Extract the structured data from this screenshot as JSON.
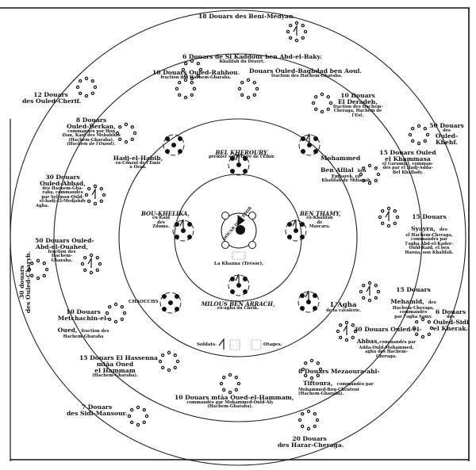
{
  "diagram": {
    "title": "Smala de l'Émir",
    "center": {
      "emblem_text": "DOUAR DE L'EMIR",
      "treasury": "La Khazna (Trésor),"
    },
    "legend": {
      "soldiers": "Soldats.",
      "hostages": "Otages."
    },
    "inner_ring": [
      {
        "name": "BEL KHEROUBY,",
        "desc": "premier secrétaire de l'Émir."
      },
      {
        "name": "BEN THAMY,",
        "desc1": "ex-Khalifah",
        "desc2": "de",
        "desc3": "Mascara."
      },
      {
        "name": "MILOUS BEN ARRACH,",
        "desc": "ex-agha du Cheik."
      },
      {
        "name": "BOU-KHELIKA,",
        "desc1": "ex-Kaïd",
        "desc2": "des",
        "desc3": "Zdama."
      }
    ],
    "middle_ring": [
      {
        "name": "Hadj-el-Habib,",
        "desc1": "ex-Consul de l'Émir",
        "desc2": "à Oran."
      },
      {
        "name1": "Mohammed",
        "name2": "Ben Allial",
        "name2_suffix": "ben",
        "desc1": "Embarek, ex-",
        "desc2": "Khalifah de Milianah."
      },
      {
        "name": "L'Agha",
        "desc": "de la cavalerie."
      },
      {
        "name": "CHAOUCHS"
      }
    ],
    "outer_groups": [
      {
        "id": "beni-medyan",
        "line1": "18 Douars des Beni-Médyan."
      },
      {
        "id": "si-kaddour",
        "line1": "6 Douars de Si Kaddour ben Abd-el-Baky.",
        "line2": "Khalifah du Désert."
      },
      {
        "id": "ouled-rahhou",
        "line1": "10 Douars Ouled-Rahhou.",
        "line2": "fraction des Hachem-Gharaba."
      },
      {
        "id": "baghdad",
        "line1": "Douars Ouled-Baghdad ben Aoul.",
        "line2": "fraction des Hachem-Gharaba."
      },
      {
        "id": "el-deradeh",
        "line1": "10 Douars",
        "line2": "El Deradeh,",
        "line3": "fraction des Hachem-",
        "line4": "Cheraga, Hachem de",
        "line5": "l'Est."
      },
      {
        "id": "ouled-cherif",
        "line1": "12 Douars",
        "line2": "des Ouled-Cherif."
      },
      {
        "id": "ouled-berkan",
        "line1": "8 Douars",
        "line2": "Ouled-Berkan,",
        "line3": "commandés par Hou",
        "line4": "Zian, Kaïd des Mehahlias",
        "line5": "(Hachem-Gharaba).",
        "line6": "(Hachem de l'Ouest)."
      },
      {
        "id": "ouled-khehf",
        "line1": "50 Douars",
        "line2": "des",
        "line3": "Ouled-",
        "line4": "Khehf."
      },
      {
        "id": "ouled-khammasa",
        "line1": "15 Douars Ouled",
        "line2": "el Khammasa",
        "line3": "el Garamial, comman-",
        "line4": "dés par el Hadj-Adda-",
        "line5": "Bel Khallady."
      },
      {
        "id": "ouled-abbad",
        "line1": "30 Douars",
        "line2": "Ouled-Abbad,",
        "line3": "des Hachem-Gha-",
        "line4": "raba, commandés",
        "line5": "par Seliman-Ould-",
        "line6": "el-hadj-El-Medjahdy",
        "line7": "Agha."
      },
      {
        "id": "abd-el-ouahed",
        "line1": "50 Douars Ouled-",
        "line2": "Abd-el-Ouahed,",
        "line3": "fraction des",
        "line4": "Hachem-",
        "line5": "Gharaba."
      },
      {
        "id": "syayra",
        "line1": "15 Douars",
        "line2": "Syayra,",
        "line2_suffix": "des",
        "line3": "el Hachem-Cheraga,",
        "line4": "commandés par",
        "line5": "l'agha Abd-el-Kader-",
        "line6": "Ould-Kaïd, el ben",
        "line7": "Haoua, son Khalifah."
      },
      {
        "id": "ouled-charyb",
        "line1": "30 douars",
        "line2": "des Ouled-Charyb."
      },
      {
        "id": "mehamid",
        "line1": "15 Douars",
        "line2": "Mehamid,",
        "line2_suffix": "des",
        "line3": "Hachem-Cheraga,",
        "line4": "commandés",
        "line5": "par l'agha Samy."
      },
      {
        "id": "ouled-sidi-el-kherak",
        "line1": "6 Douars",
        "line2": "des",
        "line3": "Ouled-Sidi",
        "line4": "el Kherak."
      },
      {
        "id": "metchachin",
        "line1": "10 Douars",
        "line2": "Metchachin-el-",
        "line3": "Oued,",
        "line3_suffix": "fraction des",
        "line4": "Hachem-Gharaba"
      },
      {
        "id": "ouled-el-abbas",
        "line1": "30 Douars Ouled-el-",
        "line2": "Abbas,",
        "line2_suffix": "commandés par",
        "line3": "Adda-Ould-Mohammed,",
        "line4": "agha des Hachem-",
        "line5": "Cheraga."
      },
      {
        "id": "el-hassenna",
        "line1": "15 Douars El Hassenna",
        "line2": "mtâa Oued",
        "line3": "el Hammam",
        "line4": "(Hachem-Gharaba)."
      },
      {
        "id": "mezaoura",
        "line1": "8 Douars Mezaoura-ahl-",
        "line2": "Tiftoura,",
        "line2_suffix": "commandés par",
        "line3": "Mohammed-Bou-Chentoui",
        "line4": "(Hachem-Gharaba)."
      },
      {
        "id": "oued-el-hammam",
        "line1": "10 Douars mtâa Oued-el-Hammam,",
        "line2": "commandés par Mohammed-Ould-Aly",
        "line3": "(Hachem-Gharaba)."
      },
      {
        "id": "sidi-mansour",
        "line1": "7 Douars",
        "line2": "des Sidi-Mansour."
      },
      {
        "id": "harar-cheraga",
        "line1": "20 Douars",
        "line2": "des Harar-Cheraga."
      }
    ]
  }
}
